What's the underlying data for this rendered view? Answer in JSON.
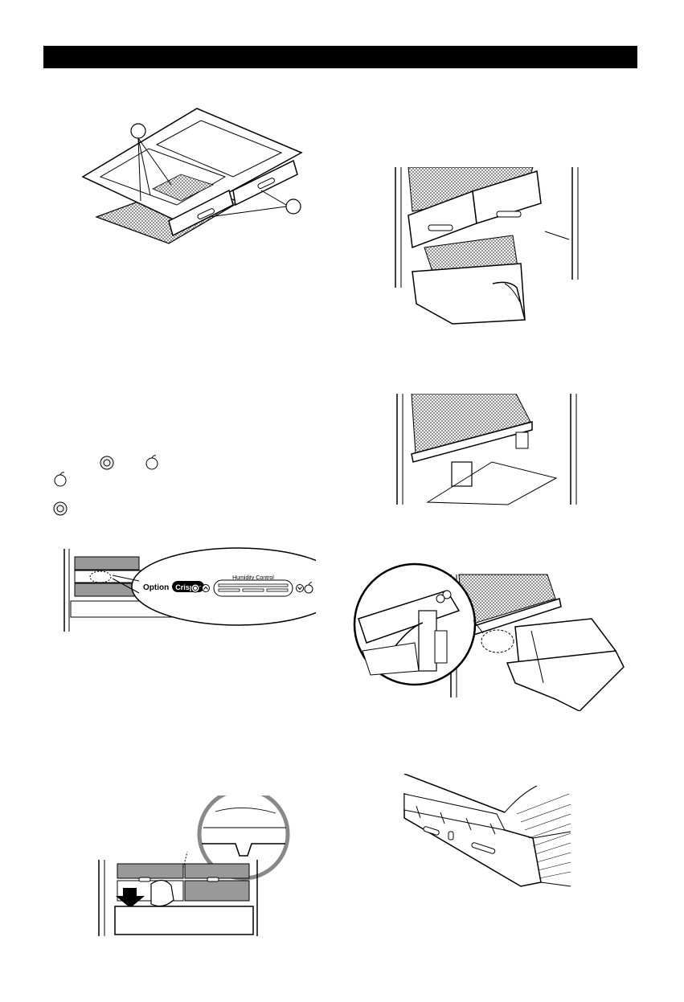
{
  "colors": {
    "ink": "#000000",
    "paper": "#ffffff",
    "mesh": "#7a7a7a",
    "header_bar": "#000000"
  },
  "control_panel": {
    "option_label": "Option",
    "crisper_label": "Crisper",
    "humidity_label": "Humidity Control"
  },
  "icons": {
    "vegetable": "lettuce-icon",
    "fruit": "apple-icon",
    "up": "chevron-up-icon",
    "down": "chevron-down-icon"
  }
}
